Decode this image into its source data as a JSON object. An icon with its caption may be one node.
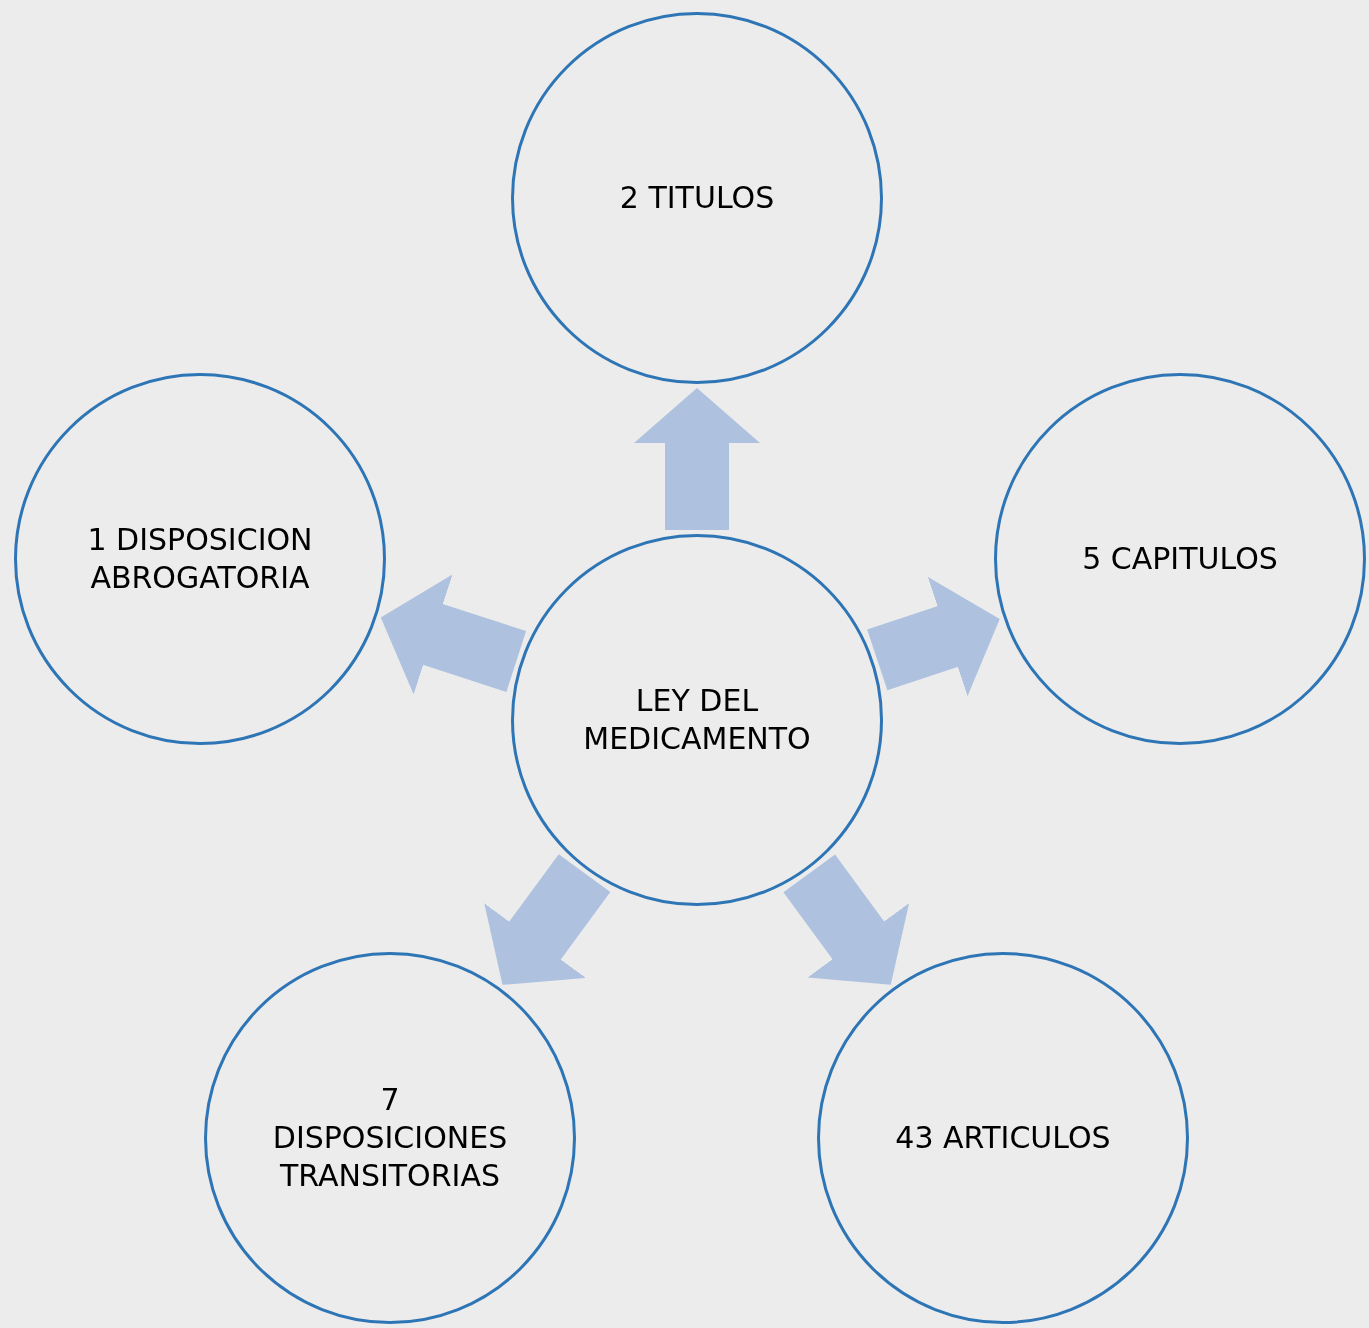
{
  "diagram": {
    "nodes": [
      {
        "text": [
          "2 TITULOS"
        ]
      },
      {
        "text": [
          "1 DISPOSICION ABROGATORIA"
        ]
      },
      {
        "text": [
          "5 CAPITULOS"
        ]
      },
      {
        "text": [
          "LEY DEL MEDICAMENTO"
        ]
      },
      {
        "text": [
          "7 DISPOSICIONES TRANSITORIAS"
        ]
      },
      {
        "text": [
          "43 ARTICULOS"
        ]
      }
    ],
    "edges": [
      {
        "from": 3,
        "to": 0,
        "arrow": "to"
      },
      {
        "from": 3,
        "to": 2,
        "arrow": "to"
      },
      {
        "from": 3,
        "to": 5,
        "arrow": "to"
      },
      {
        "from": 3,
        "to": 4,
        "arrow": "to"
      },
      {
        "from": 3,
        "to": 1,
        "arrow": "to"
      }
    ]
  }
}
